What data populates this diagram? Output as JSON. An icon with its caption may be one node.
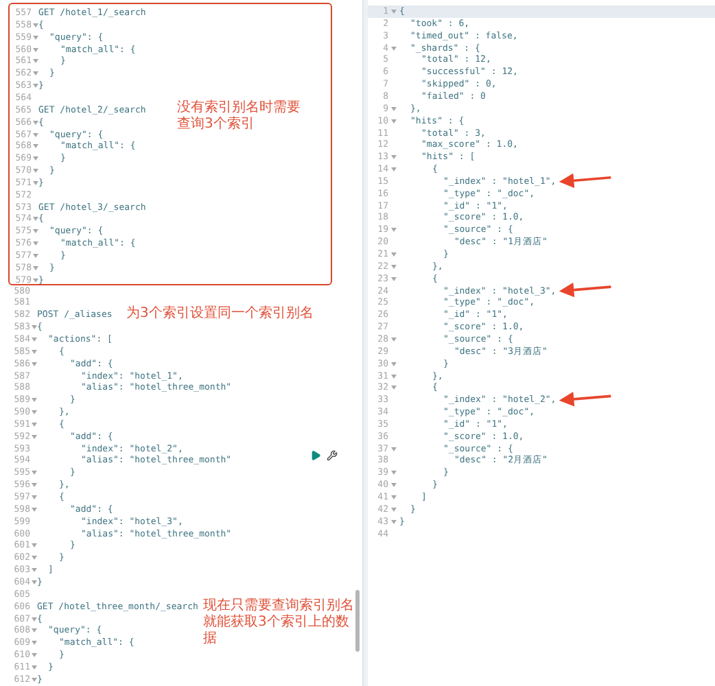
{
  "diagram": {
    "nodes": [
      {
        "text": [
          "557",
          "GET /hotel_1/_search",
          "558",
          "{",
          "559",
          "\"query\": {",
          "560",
          "\"match_all\": {",
          "561",
          "}",
          "562",
          "}",
          "563",
          "}",
          "564",
          "565",
          "GET /hotel_2/_search",
          "566",
          "{",
          "567",
          "\"query\": {",
          "568",
          "\"match_all\": {",
          "569",
          "}",
          "570",
          "}",
          "571",
          "}",
          "572",
          "573",
          "GET /hotel_3/_search",
          "574",
          "{",
          "575",
          "\"query\": {",
          "576",
          "\"match_all\": {",
          "577",
          "}",
          "578",
          "}",
          "579",
          "}",
          "没有索引别名时需要查询3个索引"
        ]
      },
      {
        "text": [
          "\"_index\" : \"hotel_1\","
        ]
      },
      {
        "text": [
          "\"_index\" : \"hotel_3\","
        ]
      },
      {
        "text": [
          "\"_index\" : \"hotel_2\","
        ]
      }
    ],
    "edges": [
      {
        "from": null,
        "to": 1,
        "arrow": "to"
      },
      {
        "from": null,
        "to": 2,
        "arrow": "to"
      },
      {
        "from": null,
        "to": 3,
        "arrow": "to"
      }
    ],
    "labels": [
      "580",
      "581",
      "582",
      "POST /_aliases",
      "为3个索引设置同一个索引别名",
      "583",
      "{",
      "584",
      "\"actions\": [",
      "585",
      "{",
      "586",
      "\"add\": {",
      "587",
      "\"index\": \"hotel_1\",",
      "588",
      "\"alias\": \"hotel_three_month\"",
      "589",
      "}",
      "590",
      "},",
      "591",
      "{",
      "592",
      "\"add\": {",
      "593",
      "\"index\": \"hotel_2\",",
      "594",
      "\"alias\": \"hotel_three_month\"",
      "595",
      "}",
      "596",
      "},",
      "597",
      "{",
      "598",
      "\"add\": {",
      "599",
      "\"index\": \"hotel_3\",",
      "600",
      "\"alias\": \"hotel_three_month\"",
      "601",
      "}",
      "602",
      "}",
      "603",
      "]",
      "604",
      "}",
      "605",
      "606",
      "GET /hotel_three_month/_search",
      "现在只需要查询索引别名就能获取3个索引上的数据",
      "607",
      "{",
      "608",
      "\"query\": {",
      "609",
      "\"match_all\": {",
      "610",
      "}",
      "611",
      "}",
      "612",
      "}",
      "1",
      "{",
      "2",
      "\"took\" : 6,",
      "3",
      "\"timed_out\" : false,",
      "4",
      "\"_shards\" : {",
      "5",
      "\"total\" : 12,",
      "6",
      "\"successful\" : 12,",
      "7",
      "\"skipped\" : 0,",
      "8",
      "\"failed\" : 0",
      "9",
      "},",
      "10",
      "\"hits\" : {",
      "11",
      "\"total\" : 3,",
      "12",
      "\"max_score\" : 1.0,",
      "13",
      "\"hits\" : [",
      "14",
      "{",
      "15",
      "16",
      "\"_type\" : \"_doc\",",
      "17",
      "\"_id\" : \"1\",",
      "18",
      "\"_score\" : 1.0,",
      "19",
      "\"_source\" : {",
      "20",
      "\"desc\" : \"1月酒店\"",
      "21",
      "}",
      "22",
      "},",
      "23",
      "{",
      "24",
      "25",
      "\"_type\" : \"_doc\",",
      "26",
      "\"_id\" : \"1\",",
      "27",
      "\"_score\" : 1.0,",
      "28",
      "\"_source\" : {",
      "29",
      "\"desc\" : \"3月酒店\"",
      "30",
      "}",
      "31",
      "},",
      "32",
      "{",
      "33",
      "34",
      "\"_type\" : \"_doc\",",
      "35",
      "\"_id\" : \"1\",",
      "36",
      "\"_score\" : 1.0,",
      "37",
      "\"_source\" : {",
      "38",
      "\"desc\" : \"2月酒店\"",
      "39",
      "}",
      "40",
      "}",
      "41",
      "]",
      "42",
      "}",
      "43",
      "}",
      "44"
    ]
  }
}
